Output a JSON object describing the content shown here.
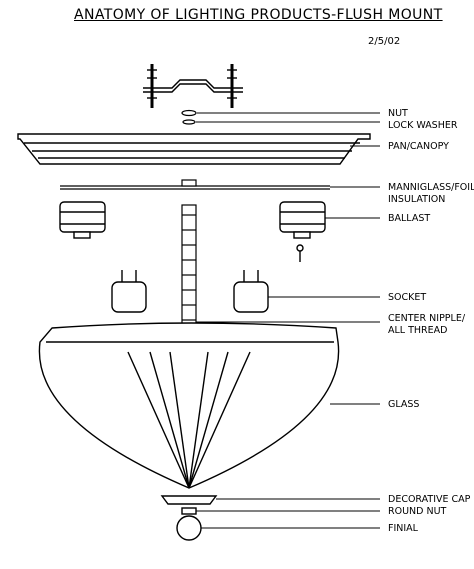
{
  "title": "ANATOMY OF LIGHTING PRODUCTS-FLUSH MOUNT",
  "date": "2/5/02",
  "labels": {
    "nut": "NUT",
    "lock_washer": "LOCK WASHER",
    "pan_canopy": "PAN/CANOPY",
    "manniglass_line1": "MANNIGLASS/FOIL",
    "manniglass_line2": "INSULATION",
    "ballast": "BALLAST",
    "socket": "SOCKET",
    "center_nipple_line1": "CENTER NIPPLE/",
    "center_nipple_line2": "ALL THREAD",
    "glass": "GLASS",
    "decorative_cap": "DECORATIVE CAP",
    "round_nut": "ROUND NUT",
    "finial": "FINIAL"
  }
}
